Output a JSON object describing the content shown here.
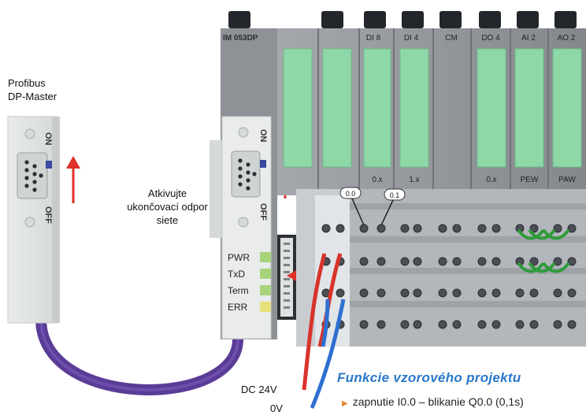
{
  "master": {
    "label_line1": "Profibus",
    "label_line2": "DP-Master",
    "switch_on": "ON",
    "switch_off": "OFF"
  },
  "terminator_note": {
    "line1": "Atkivujte",
    "line2": "ukončovací odpor",
    "line3": "siete"
  },
  "im_module": {
    "title": "IM 053DP",
    "switch_on": "ON",
    "switch_off": "OFF",
    "leds": [
      "PWR",
      "TxD",
      "Term",
      "ERR"
    ]
  },
  "modules": [
    {
      "label": "DI 8",
      "address": "0.x"
    },
    {
      "label": "DI 4",
      "address": "1.x"
    },
    {
      "label": "CM",
      "address": ""
    },
    {
      "label": "DO 4",
      "address": "0.x"
    },
    {
      "label": "AI 2",
      "address": "PEW"
    },
    {
      "label": "AO 2",
      "address": "PAW"
    }
  ],
  "terminal_tags": [
    "0.0",
    "0.1"
  ],
  "power": {
    "dc_label": "DC 24V",
    "zero_label": "0V"
  },
  "functions": {
    "title": "Funkcie vzorového projektu",
    "items": [
      "zapnutie I0.0 – blikanie Q0.0 (0,1s)"
    ]
  },
  "colors": {
    "housing": "#8e9196",
    "housing_dark": "#6f7277",
    "green_strip": "#8ed8a8",
    "arrow_red": "#e0312b",
    "cable_purple": "#5a3c96",
    "wire_red": "#d8332b",
    "wire_blue": "#2e6fd0",
    "title_blue": "#2a78c8"
  }
}
